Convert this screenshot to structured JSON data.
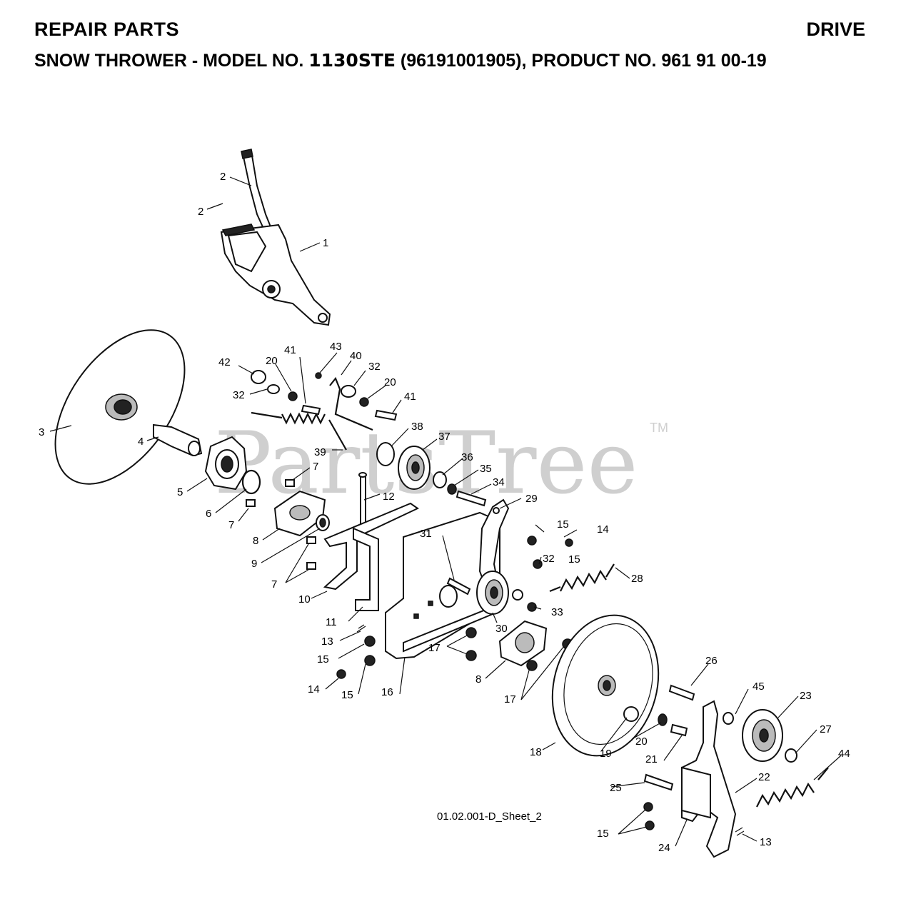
{
  "header": {
    "title": "REPAIR PARTS",
    "section": "DRIVE",
    "subtitle_prefix": "SNOW THROWER - MODEL NO. ",
    "model": "1130STE",
    "subtitle_suffix": " (96191001905), PRODUCT NO. 961 91 00-19"
  },
  "watermark": {
    "text": "PartsTree",
    "tm": "TM"
  },
  "sheet_ref": "01.02.001-D_Sheet_2",
  "callouts": [
    "1",
    "2",
    "2",
    "3",
    "4",
    "5",
    "6",
    "7",
    "7",
    "7",
    "8",
    "8",
    "9",
    "10",
    "11",
    "12",
    "13",
    "13",
    "14",
    "14",
    "15",
    "15",
    "15",
    "15",
    "15",
    "16",
    "17",
    "17",
    "18",
    "19",
    "20",
    "20",
    "20",
    "21",
    "22",
    "23",
    "24",
    "25",
    "26",
    "27",
    "28",
    "29",
    "30",
    "31",
    "32",
    "32",
    "32",
    "33",
    "34",
    "35",
    "36",
    "37",
    "38",
    "39",
    "40",
    "41",
    "41",
    "42",
    "43",
    "44",
    "45"
  ]
}
